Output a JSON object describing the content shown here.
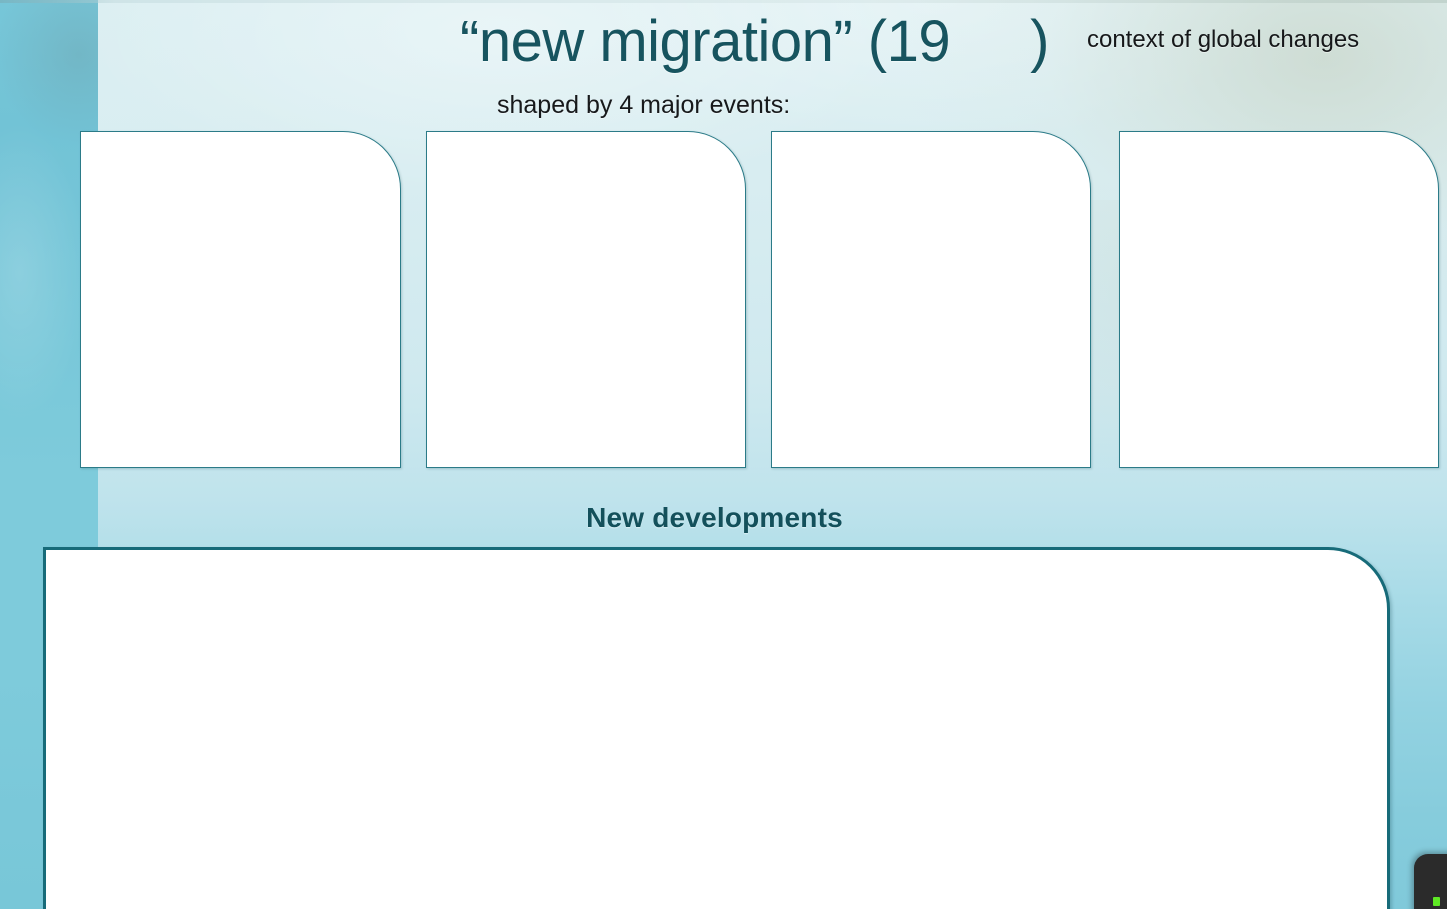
{
  "slide": {
    "headline": {
      "quoted_phrase": "“new migration” (19",
      "close_paren": ")",
      "aside": "context of global changes"
    },
    "subline": "shaped by 4 major events:",
    "event_boxes": [
      {
        "id": "event-box-1",
        "body": ""
      },
      {
        "id": "event-box-2",
        "body": ""
      },
      {
        "id": "event-box-3",
        "body": ""
      },
      {
        "id": "event-box-4",
        "body": ""
      }
    ],
    "section_heading": "New developments",
    "developments_box": {
      "body": ""
    }
  },
  "colors": {
    "title_teal": "#17545f",
    "heading_teal": "#13505b",
    "box_border": "#2b7b88",
    "big_box_border": "#176b79",
    "background_light": "#dceff2",
    "background_deep": "#80c9da",
    "left_strip": "#77c6d8",
    "recorder_dark": "#2b2b2b",
    "recorder_indicator": "#5ee824"
  }
}
